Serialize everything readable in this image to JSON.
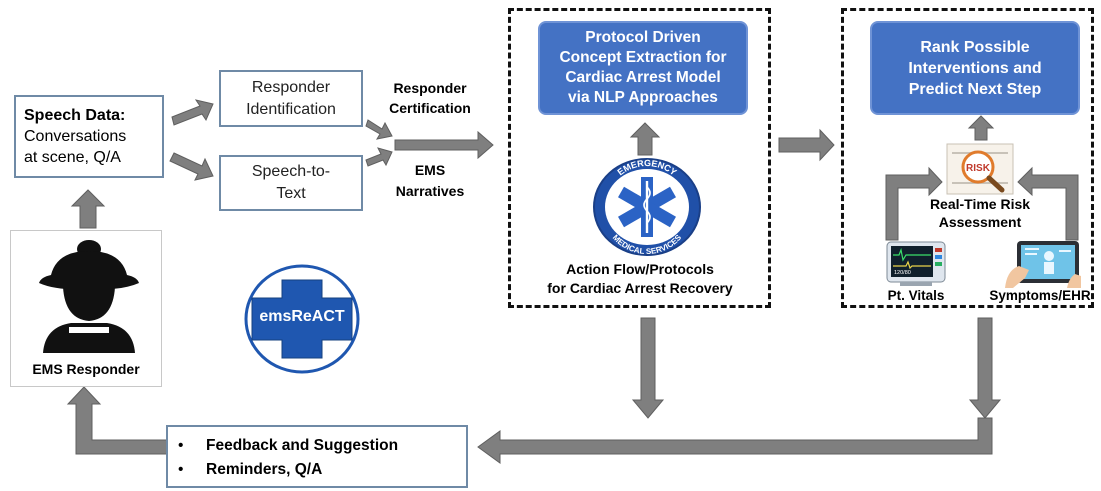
{
  "speech_data": {
    "title": "Speech Data:",
    "line1": "Conversations",
    "line2": "at scene, Q/A"
  },
  "responder_identification": {
    "line1": "Responder",
    "line2": "Identification"
  },
  "speech_to_text": {
    "line1": "Speech-to-",
    "line2": "Text"
  },
  "labels": {
    "responder_certification_1": "Responder",
    "responder_certification_2": "Certification",
    "ems_narratives_1": "EMS",
    "ems_narratives_2": "Narratives"
  },
  "protocol_box": {
    "line1": "Protocol Driven",
    "line2": "Concept Extraction for",
    "line3": "Cardiac Arrest Model",
    "line4": "via NLP Approaches"
  },
  "ems_logo": {
    "top_text": "EMERGENCY",
    "bottom_text": "MEDICAL SERVICES"
  },
  "action_flow": {
    "line1": "Action Flow/Protocols",
    "line2": "for Cardiac Arrest Recovery"
  },
  "rank_box": {
    "line1": "Rank Possible",
    "line2": "Interventions and",
    "line3": "Predict Next Step"
  },
  "risk": {
    "icon_text": "RISK",
    "line1": "Real-Time Risk",
    "line2": "Assessment"
  },
  "monitor_text": "120/80",
  "pt_vitals": "Pt. Vitals",
  "symptoms_ehr": "Symptoms/EHR",
  "ems_responder": "EMS Responder",
  "emsreact": "emsReACT",
  "feedback": {
    "bullet": "•",
    "item1": "Feedback and Suggestion",
    "item2": "Reminders, Q/A"
  },
  "colors": {
    "arrow_gray": "#7f7f7f",
    "box_border": "#6f8aa6",
    "blue_fill": "#4472c4",
    "logo_blue": "#1f57b0"
  }
}
